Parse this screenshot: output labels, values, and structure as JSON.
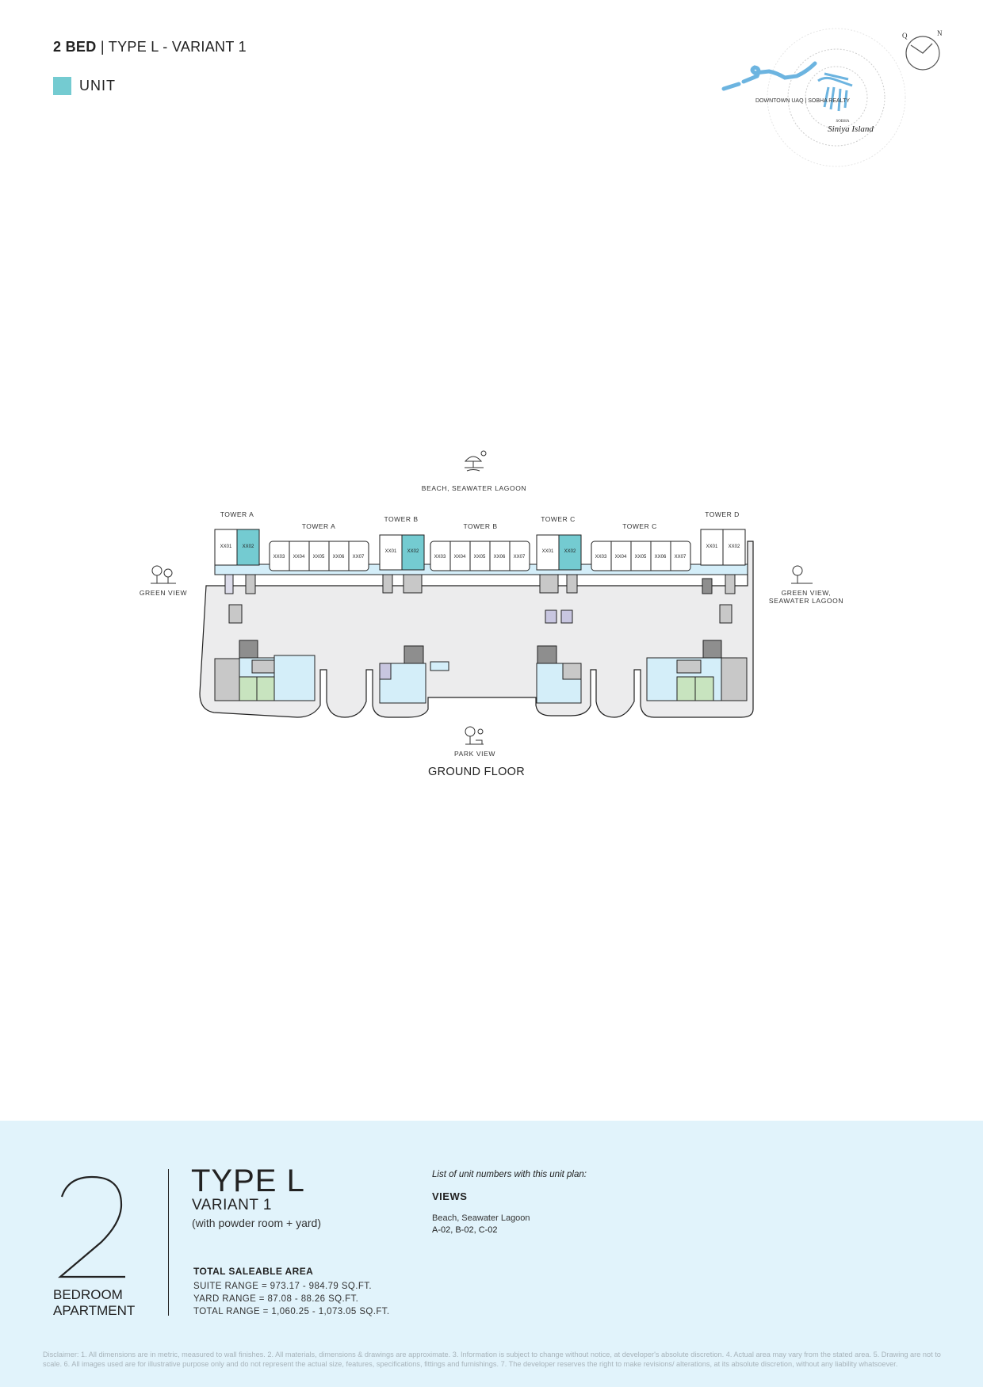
{
  "header": {
    "bed": "2 BED",
    "separator": "|",
    "type": "TYPE L - VARIANT 1"
  },
  "legend": {
    "unit_label": "UNIT",
    "unit_color": "#74cbd1"
  },
  "location_map": {
    "location_label": "DOWNTOWN UAQ | SOBHA REALTY",
    "brand": "SOBHA",
    "project": "Siniya Island",
    "compass": {
      "left": "Q",
      "right": "N"
    }
  },
  "floor_plan": {
    "title": "GROUND FLOOR",
    "views": {
      "top": "BEACH, SEAWATER LAGOON",
      "left": "GREEN VIEW",
      "right_line1": "GREEN VIEW,",
      "right_line2": "SEAWATER LAGOON",
      "bottom": "PARK VIEW"
    },
    "towers": {
      "a_corner": "TOWER A",
      "a_row": "TOWER A",
      "b_corner": "TOWER B",
      "b_row": "TOWER B",
      "c_corner": "TOWER C",
      "c_row": "TOWER C",
      "d_corner": "TOWER D"
    },
    "units": {
      "u01": "XX01",
      "u02": "XX02",
      "u03": "XX03",
      "u04": "XX04",
      "u05": "XX05",
      "u06": "XX06",
      "u07": "XX07"
    }
  },
  "summary": {
    "bedrooms": "2",
    "bedroom_line1": "BEDROOM",
    "bedroom_line2": "APARTMENT",
    "type": "TYPE L",
    "variant": "VARIANT 1",
    "variant_note": "(with powder room + yard)",
    "area_title": "TOTAL SALEABLE AREA",
    "suite_range": "SUITE RANGE = 973.17 - 984.79 SQ.FT.",
    "yard_range": "YARD RANGE = 87.08 - 88.26 SQ.FT.",
    "total_range": "TOTAL RANGE = 1,060.25 - 1,073.05 SQ.FT.",
    "list_caption": "List of unit numbers with this unit plan:",
    "views_title": "VIEWS",
    "views_value": "Beach, Seawater Lagoon",
    "units": "A-02, B-02, C-02"
  },
  "disclaimer": "Disclaimer: 1. All dimensions are in metric, measured to wall finishes. 2. All materials, dimensions & drawings are approximate. 3. Information is subject to change without notice, at developer's absolute discretion. 4. Actual area may vary from the stated area. 5. Drawing are not to scale. 6. All images used are for illustrative purpose only and do not represent the actual size, features, specifications, fittings and furnishings. 7. The developer reserves the right to make revisions/ alterations, at its absolute discretion, without any liability whatsoever."
}
